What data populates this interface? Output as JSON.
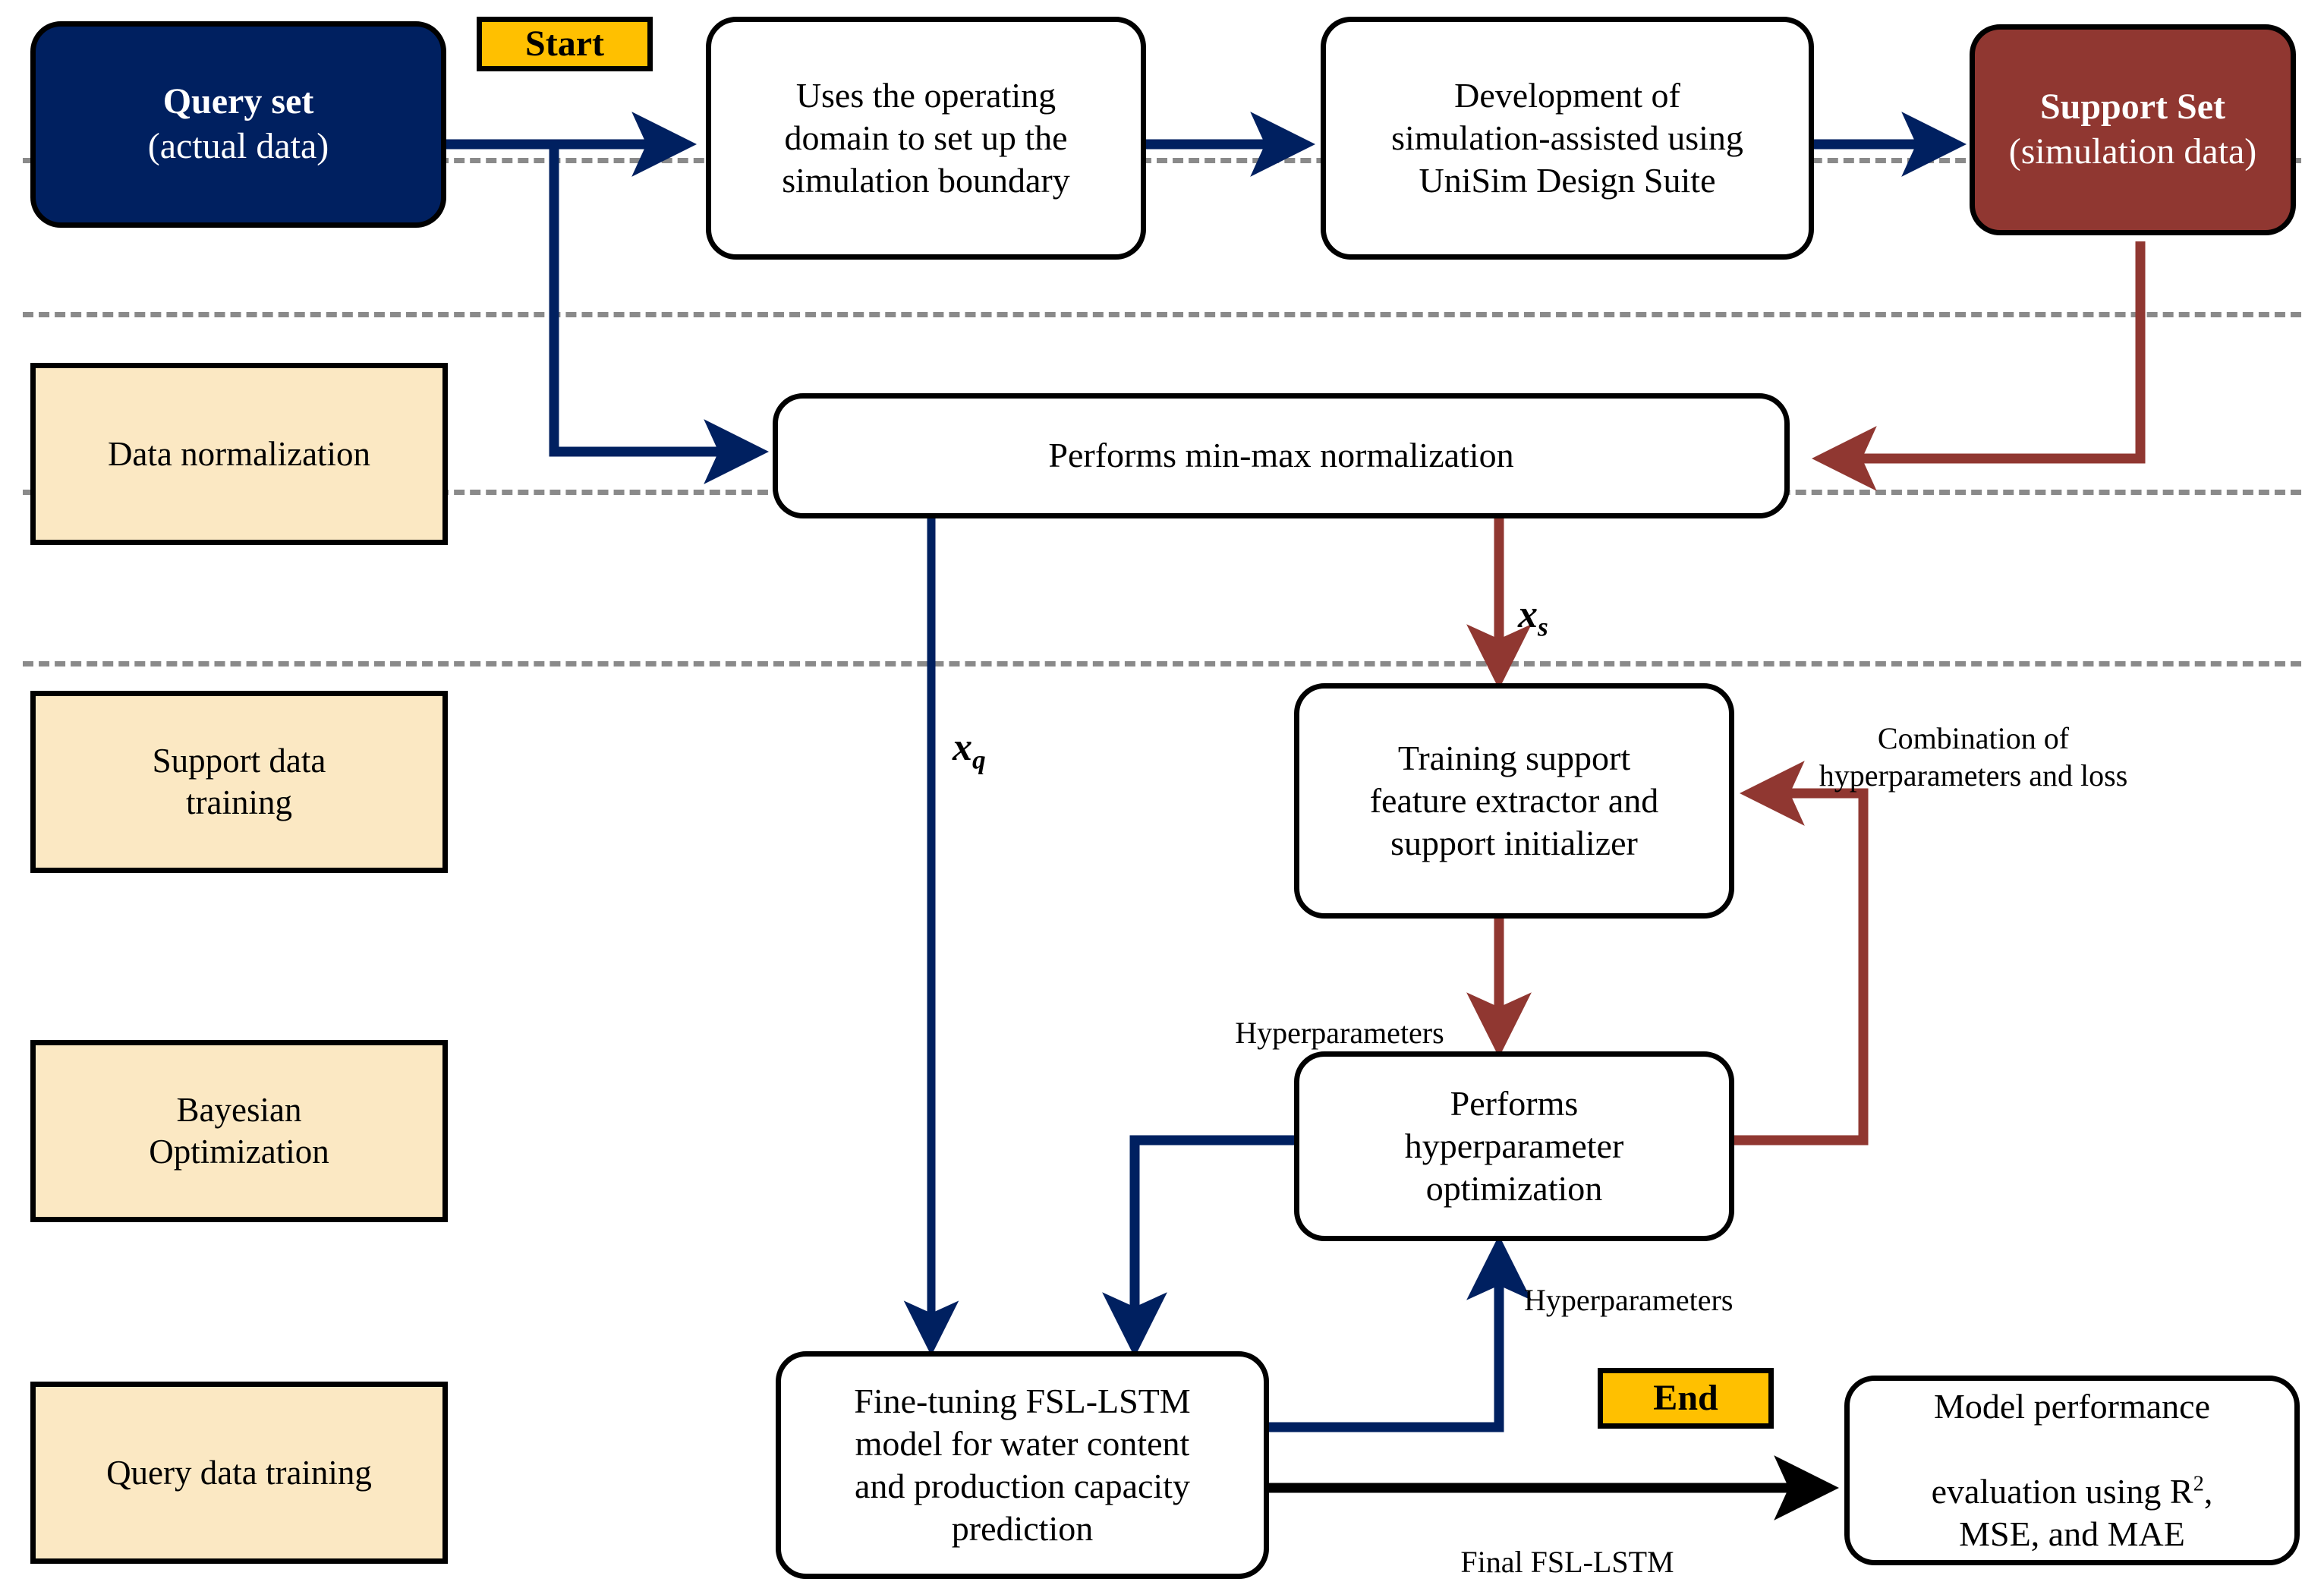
{
  "diagram": {
    "title": "FSL-LSTM simulation-assisted modeling workflow",
    "colors": {
      "navy": "#002060",
      "maroon": "#903731",
      "gold": "#FFC000",
      "cream": "#FBE8C3",
      "black": "#000000",
      "divider_gray": "#8A8A8A"
    }
  },
  "lanes": [
    {
      "id": "lane-data-normalization",
      "label": "Data normalization"
    },
    {
      "id": "lane-support-data-training",
      "label": "Support data\ntraining"
    },
    {
      "id": "lane-bayesian-optimization",
      "label": "Bayesian\nOptimization"
    },
    {
      "id": "lane-query-data-training",
      "label": "Query data training"
    }
  ],
  "nodes": {
    "query_set": {
      "title": "Query set",
      "subtitle": "(actual data)"
    },
    "start": {
      "label": "Start"
    },
    "operating_domain": {
      "label": "Uses the operating\ndomain to set up the\nsimulation boundary"
    },
    "development": {
      "label": "Development of\nsimulation-assisted using\nUniSim Design Suite"
    },
    "support_set": {
      "title": "Support Set",
      "subtitle": "(simulation data)"
    },
    "normalization": {
      "label": "Performs min-max normalization"
    },
    "training_support": {
      "label": "Training support\nfeature extractor and\nsupport initializer"
    },
    "hyperparameter_optimization": {
      "label": "Performs\nhyperparameter\noptimization"
    },
    "fine_tuning": {
      "label": "Fine-tuning FSL-LSTM\nmodel for water content\nand production capacity\nprediction"
    },
    "end": {
      "label": "End"
    },
    "evaluation": {
      "line1": "Model performance",
      "line2_a": "evaluation using R",
      "line2_sup": "2",
      "line2_b": ",",
      "line3": "MSE, and MAE"
    }
  },
  "edge_labels": {
    "x_s": {
      "base": "x",
      "sub": "s"
    },
    "x_q": {
      "base": "x",
      "sub": "q"
    },
    "combination": "Combination of\nhyperparameters and loss",
    "hyperparameters_top": "Hyperparameters",
    "hyperparameters_bottom": "Hyperparameters",
    "final_fsl_lstm": "Final FSL-LSTM"
  }
}
